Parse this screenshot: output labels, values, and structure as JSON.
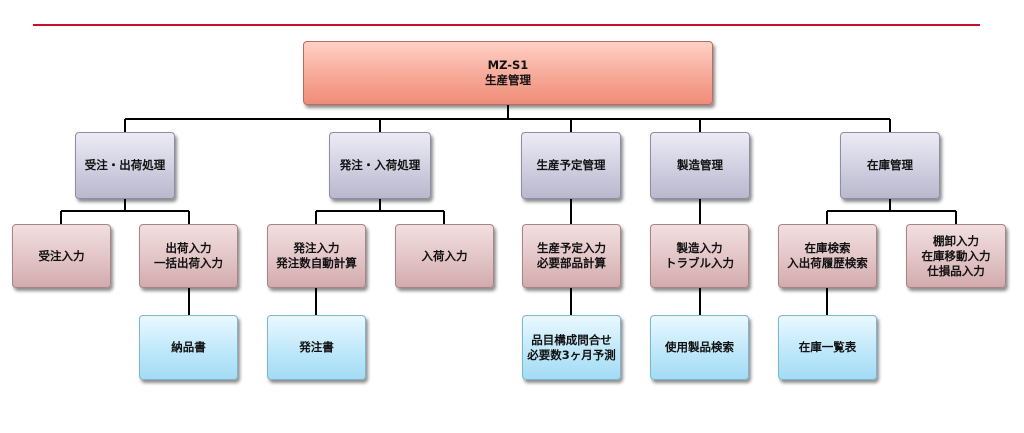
{
  "root": {
    "lines": [
      "MZ-S1",
      "生産管理"
    ]
  },
  "categories": [
    {
      "label": "受注・出荷処理",
      "functions": [
        {
          "lines": [
            "受注入力"
          ]
        },
        {
          "lines": [
            "出荷入力",
            "一括出荷入力"
          ],
          "output": {
            "lines": [
              "納品書"
            ]
          }
        }
      ]
    },
    {
      "label": "発注・入荷処理",
      "functions": [
        {
          "lines": [
            "発注入力",
            "発注数自動計算"
          ],
          "output": {
            "lines": [
              "発注書"
            ]
          }
        },
        {
          "lines": [
            "入荷入力"
          ]
        }
      ]
    },
    {
      "label": "生産予定管理",
      "functions": [
        {
          "lines": [
            "生産予定入力",
            "必要部品計算"
          ],
          "output": {
            "lines": [
              "品目構成問合せ",
              "必要数3ヶ月予測"
            ]
          }
        }
      ]
    },
    {
      "label": "製造管理",
      "functions": [
        {
          "lines": [
            "製造入力",
            "トラブル入力"
          ],
          "output": {
            "lines": [
              "使用製品検索"
            ]
          }
        }
      ]
    },
    {
      "label": "在庫管理",
      "functions": [
        {
          "lines": [
            "在庫検索",
            "入出荷履歴検索"
          ],
          "output": {
            "lines": [
              "在庫一覧表"
            ]
          }
        },
        {
          "lines": [
            "棚卸入力",
            "在庫移動入力",
            "仕損品入力"
          ]
        }
      ]
    }
  ],
  "colors": {
    "header_rule": "#c8102e",
    "root_fill": "#f7a998",
    "category_fill": "#d0cfe0",
    "function_fill": "#e2c4c6",
    "output_fill": "#bfe8fa",
    "connector": "#000000"
  }
}
